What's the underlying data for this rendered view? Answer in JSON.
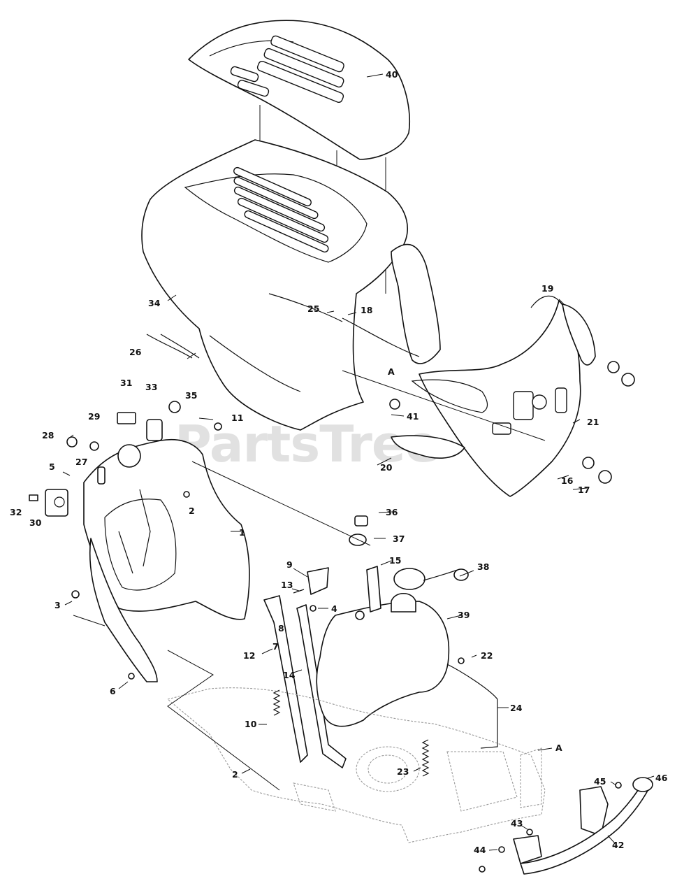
{
  "watermark": "PartsTree",
  "callouts": [
    "1",
    "2",
    "2",
    "3",
    "4",
    "5",
    "6",
    "7",
    "8",
    "9",
    "10",
    "11",
    "12",
    "13",
    "14",
    "15",
    "16",
    "17",
    "18",
    "19",
    "20",
    "21",
    "22",
    "23",
    "24",
    "25",
    "26",
    "27",
    "28",
    "29",
    "30",
    "31",
    "32",
    "33",
    "34",
    "35",
    "36",
    "37",
    "38",
    "39",
    "40",
    "41",
    "42",
    "43",
    "44",
    "45",
    "46",
    "A",
    "A"
  ]
}
